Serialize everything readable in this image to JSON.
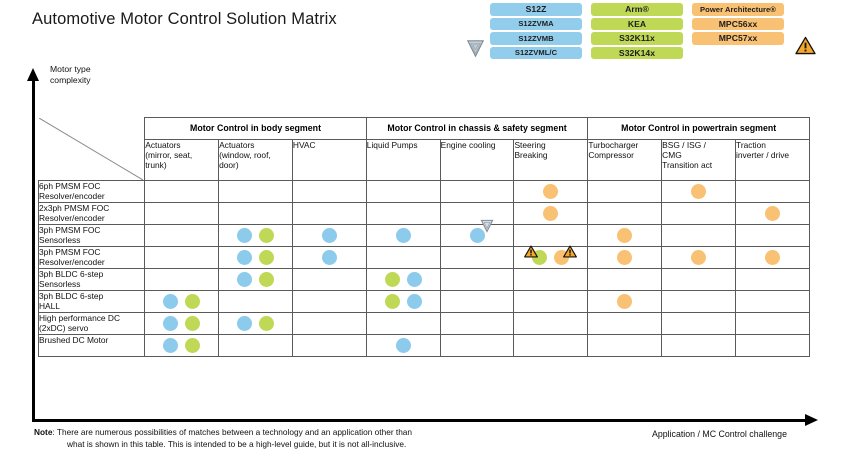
{
  "title": "Automotive Motor Control Solution Matrix",
  "axes": {
    "y_label": "Motor type\ncomplexity",
    "x_label": "Application / MC Control challenge"
  },
  "legend": {
    "shield_icon": "shield-icon",
    "warning_icon": "warning-icon",
    "columns": [
      {
        "color": "#93CDEC",
        "family": "blue",
        "chips": [
          "S12Z",
          "S12ZVMA",
          "S12ZVMB",
          "S12ZVML/C"
        ]
      },
      {
        "color": "#BFD957",
        "family": "green",
        "chips": [
          "Arm®",
          "KEA",
          "S32K11x",
          "S32K14x"
        ]
      },
      {
        "color": "#F9C173",
        "family": "orange",
        "chips": [
          "Power Architecture®",
          "MPC56xx",
          "MPC57xx"
        ]
      }
    ]
  },
  "matrix": {
    "segments": [
      {
        "label": "Motor Control in body segment",
        "span": 3
      },
      {
        "label": "Motor Control in chassis & safety segment",
        "span": 3
      },
      {
        "label": "Motor Control in powertrain segment",
        "span": 3
      }
    ],
    "applications": [
      "Actuators\n(mirror, seat,\ntrunk)",
      "Actuators\n(window, roof,\ndoor)",
      "HVAC",
      "Liquid Pumps",
      "Engine cooling",
      "Steering\nBreaking",
      "Turbocharger\nCompressor",
      "BSG / ISG /\nCMG\nTransition act",
      "Traction\ninverter / drive"
    ],
    "rows": [
      {
        "label": "6ph PMSM FOC\nResolver/encoder",
        "cells": [
          [],
          [],
          [],
          [],
          [],
          [
            {
              "color": "orange"
            }
          ],
          [],
          [
            {
              "color": "orange"
            }
          ],
          []
        ]
      },
      {
        "label": "2x3ph PMSM FOC\nResolver/encoder",
        "cells": [
          [],
          [],
          [],
          [],
          [],
          [
            {
              "color": "orange"
            }
          ],
          [],
          [],
          [
            {
              "color": "orange"
            }
          ]
        ]
      },
      {
        "label": "3ph PMSM FOC\nSensorless",
        "cells": [
          [],
          [
            {
              "color": "blue"
            },
            {
              "color": "green"
            }
          ],
          [
            {
              "color": "blue"
            }
          ],
          [
            {
              "color": "blue"
            }
          ],
          [
            {
              "color": "blue",
              "badge": "shield-right"
            }
          ],
          [],
          [
            {
              "color": "orange"
            }
          ],
          [],
          []
        ]
      },
      {
        "label": "3ph PMSM FOC\nResolver/encoder",
        "cells": [
          [],
          [
            {
              "color": "blue"
            },
            {
              "color": "green"
            }
          ],
          [
            {
              "color": "blue"
            }
          ],
          [],
          [],
          [
            {
              "color": "green",
              "badge": "warn-left"
            },
            {
              "color": "orange",
              "badge": "warn-right"
            }
          ],
          [
            {
              "color": "orange"
            }
          ],
          [
            {
              "color": "orange"
            }
          ],
          [
            {
              "color": "orange"
            }
          ]
        ]
      },
      {
        "label": "3ph BLDC 6-step\nSensorless",
        "cells": [
          [],
          [
            {
              "color": "blue"
            },
            {
              "color": "green"
            }
          ],
          [],
          [
            {
              "color": "green"
            },
            {
              "color": "blue"
            }
          ],
          [],
          [],
          [],
          [],
          []
        ]
      },
      {
        "label": "3ph BLDC 6-step\nHALL",
        "cells": [
          [
            {
              "color": "blue"
            },
            {
              "color": "green"
            }
          ],
          [],
          [],
          [
            {
              "color": "green"
            },
            {
              "color": "blue"
            }
          ],
          [],
          [],
          [
            {
              "color": "orange"
            }
          ],
          [],
          []
        ]
      },
      {
        "label": "High performance DC\n(2xDC) servo",
        "cells": [
          [
            {
              "color": "blue"
            },
            {
              "color": "green"
            }
          ],
          [
            {
              "color": "blue"
            },
            {
              "color": "green"
            }
          ],
          [],
          [],
          [],
          [],
          [],
          [],
          []
        ]
      },
      {
        "label": "Brushed DC Motor",
        "cells": [
          [
            {
              "color": "blue"
            },
            {
              "color": "green"
            }
          ],
          [],
          [],
          [
            {
              "color": "blue"
            }
          ],
          [],
          [],
          [],
          [],
          []
        ]
      }
    ]
  },
  "note": {
    "bold": "Note",
    "line1": ": There are numerous possibilities of matches between a technology and an application other than",
    "line2": "what is shown in this table. This is intended to be a high-level guide, but it is not all-inclusive."
  }
}
